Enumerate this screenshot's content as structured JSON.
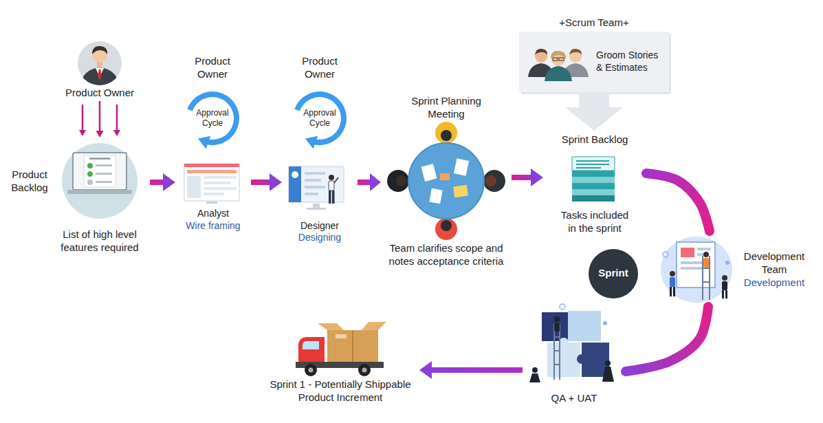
{
  "diagram": {
    "nodes": [
      {
        "text": [
          "Product Owner"
        ]
      },
      {
        "text": [
          "Product Backlog",
          "List of high level features required"
        ]
      },
      {
        "text": [
          "Product Owner",
          "Approval Cycle"
        ]
      },
      {
        "text": [
          "Analyst",
          "Wire framing"
        ]
      },
      {
        "text": [
          "Product Owner",
          "Approval Cycle"
        ]
      },
      {
        "text": [
          "Designer",
          "Designing"
        ]
      },
      {
        "text": [
          "Sprint Planning Meeting",
          "Team clarifies scope and notes acceptance criteria"
        ]
      },
      {
        "text": [
          "+Scrum Team+",
          "Groom Stories & Estimates"
        ]
      },
      {
        "text": [
          "Sprint Backlog",
          "Tasks included in the sprint"
        ]
      },
      {
        "text": [
          "Sprint"
        ]
      },
      {
        "text": [
          "Development Team",
          "Development"
        ]
      },
      {
        "text": [
          "QA + UAT"
        ]
      },
      {
        "text": [
          "Sprint 1 - Potentially Shippable Product Increment"
        ]
      }
    ],
    "edges": [
      {
        "from": 0,
        "to": 1,
        "arrow": "to"
      },
      {
        "from": 1,
        "to": 3,
        "arrow": "to"
      },
      {
        "from": 3,
        "to": 5,
        "arrow": "to"
      },
      {
        "from": 5,
        "to": 6,
        "arrow": "to"
      },
      {
        "from": 6,
        "to": 8,
        "arrow": "to"
      },
      {
        "from": 7,
        "to": 8,
        "arrow": "to"
      },
      {
        "from": 8,
        "to": 10,
        "arrow": "none"
      },
      {
        "from": 10,
        "to": 11,
        "arrow": "none"
      },
      {
        "from": 11,
        "to": 12,
        "arrow": "to"
      }
    ]
  }
}
